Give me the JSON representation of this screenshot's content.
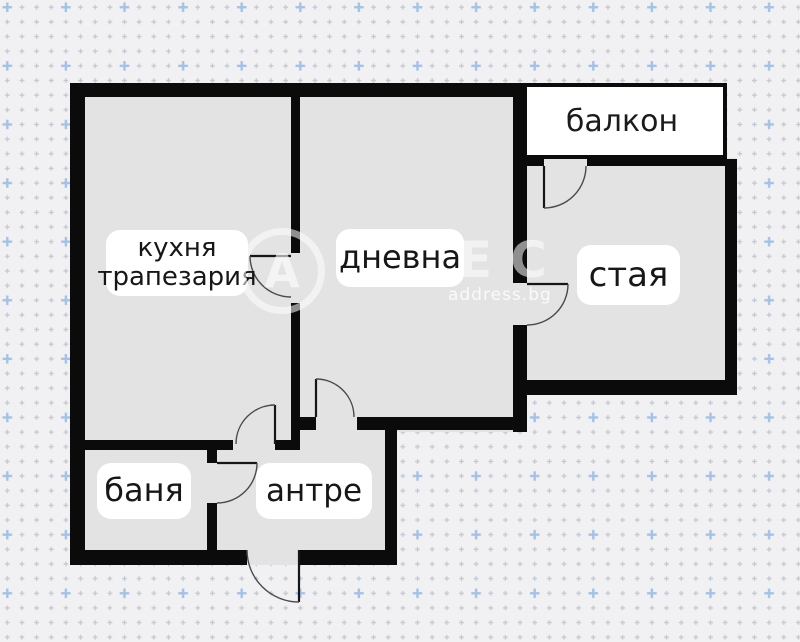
{
  "plan": {
    "rooms": {
      "balcony": {
        "label": "балкон"
      },
      "kitchen": {
        "label_line1": "кухня",
        "label_line2": "трапезария"
      },
      "living": {
        "label": "дневна"
      },
      "bedroom": {
        "label": "стая"
      },
      "bath": {
        "label": "баня"
      },
      "hall": {
        "label": "антре"
      }
    },
    "colors": {
      "wall": "#0b0b0b",
      "room_fill": "#e3e3e4",
      "outside_fill": "#f1f1f3",
      "label_background": "#ffffff",
      "dot_small": "#c5c8d0",
      "dot_large": "#a5c1e3"
    }
  },
  "watermark": {
    "logo_letter": "А",
    "brand_visible": "ЕС",
    "site": "address.bg"
  }
}
